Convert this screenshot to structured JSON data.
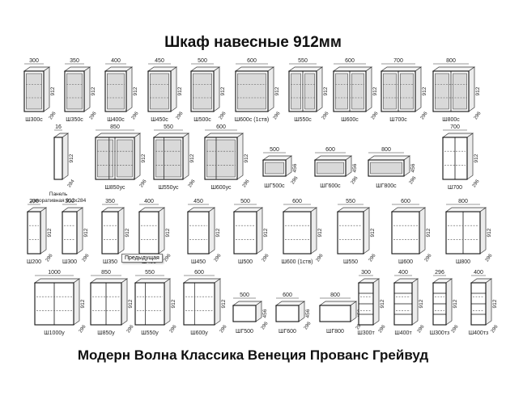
{
  "title": "Шкаф навесные 912мм",
  "footer": "Модерн Волна Классика   Венеция   Прованс  Грейвуд",
  "tooltip": "Предыдущая",
  "depth": "296",
  "tall": "912",
  "short": "456",
  "rows": [
    [
      {
        "w": "300",
        "label": "Ш300с",
        "type": "glass"
      },
      {
        "w": "350",
        "label": "Ш350с",
        "type": "glass"
      },
      {
        "w": "400",
        "label": "Ш400с",
        "type": "glass"
      },
      {
        "w": "450",
        "label": "Ш450с",
        "type": "glass"
      },
      {
        "w": "500",
        "label": "Ш500с",
        "type": "glass"
      },
      {
        "w": "600",
        "label": "Ш600с (1ств)",
        "type": "glass"
      },
      {
        "w": "550",
        "label": "Ш550с",
        "type": "glass2"
      },
      {
        "w": "600",
        "label": "Ш600с",
        "type": "glass2"
      },
      {
        "w": "700",
        "label": "Ш700с",
        "type": "glass2"
      },
      {
        "w": "800",
        "label": "Ш800с",
        "type": "glass2"
      }
    ],
    [
      {
        "w": "16",
        "label": "Панель декоративная 912х284",
        "type": "panel",
        "d": "284"
      },
      {
        "w": "850",
        "label": "Ш850ус",
        "type": "uglass"
      },
      {
        "w": "550",
        "label": "Ш550ус",
        "type": "uglass"
      },
      {
        "w": "600",
        "label": "Ш600ус",
        "type": "uglass"
      },
      {
        "w": "500",
        "label": "ШГ500с",
        "type": "hglass"
      },
      {
        "w": "600",
        "label": "ШГ600с",
        "type": "hglass"
      },
      {
        "w": "800",
        "label": "ШГ800с",
        "type": "hglass"
      },
      {
        "w": "700",
        "label": "Ш700",
        "type": "solid2"
      }
    ],
    [
      {
        "w": "200",
        "label": "Ш200",
        "type": "solid"
      },
      {
        "w": "300",
        "label": "Ш300",
        "type": "solid"
      },
      {
        "w": "350",
        "label": "Ш350",
        "type": "solid"
      },
      {
        "w": "400",
        "label": "Ш400",
        "type": "solid"
      },
      {
        "w": "450",
        "label": "Ш450",
        "type": "solid"
      },
      {
        "w": "500",
        "label": "Ш500",
        "type": "solid"
      },
      {
        "w": "600",
        "label": "Ш600 (1ств)",
        "type": "solid"
      },
      {
        "w": "550",
        "label": "Ш550",
        "type": "solid"
      },
      {
        "w": "600",
        "label": "Ш600",
        "type": "solid"
      },
      {
        "w": "800",
        "label": "Ш800",
        "type": "solid2"
      }
    ],
    [
      {
        "w": "1000",
        "label": "Ш1000у",
        "type": "corner"
      },
      {
        "w": "850",
        "label": "Ш850у",
        "type": "corner"
      },
      {
        "w": "550",
        "label": "Ш550у",
        "type": "corner2"
      },
      {
        "w": "600",
        "label": "Ш600у",
        "type": "corner2"
      },
      {
        "w": "500",
        "label": "ШГ500",
        "type": "hsolid"
      },
      {
        "w": "600",
        "label": "ШГ600",
        "type": "hsolid"
      },
      {
        "w": "800",
        "label": "ШГ800",
        "type": "hsolid"
      },
      {
        "w": "300",
        "label": "Ш300т",
        "type": "shelf"
      },
      {
        "w": "400",
        "label": "Ш400т",
        "type": "shelf"
      },
      {
        "w": "296",
        "label": "Ш300тз",
        "type": "endshelf"
      },
      {
        "w": "400",
        "label": "Ш400тз",
        "type": "endshelf"
      }
    ]
  ]
}
